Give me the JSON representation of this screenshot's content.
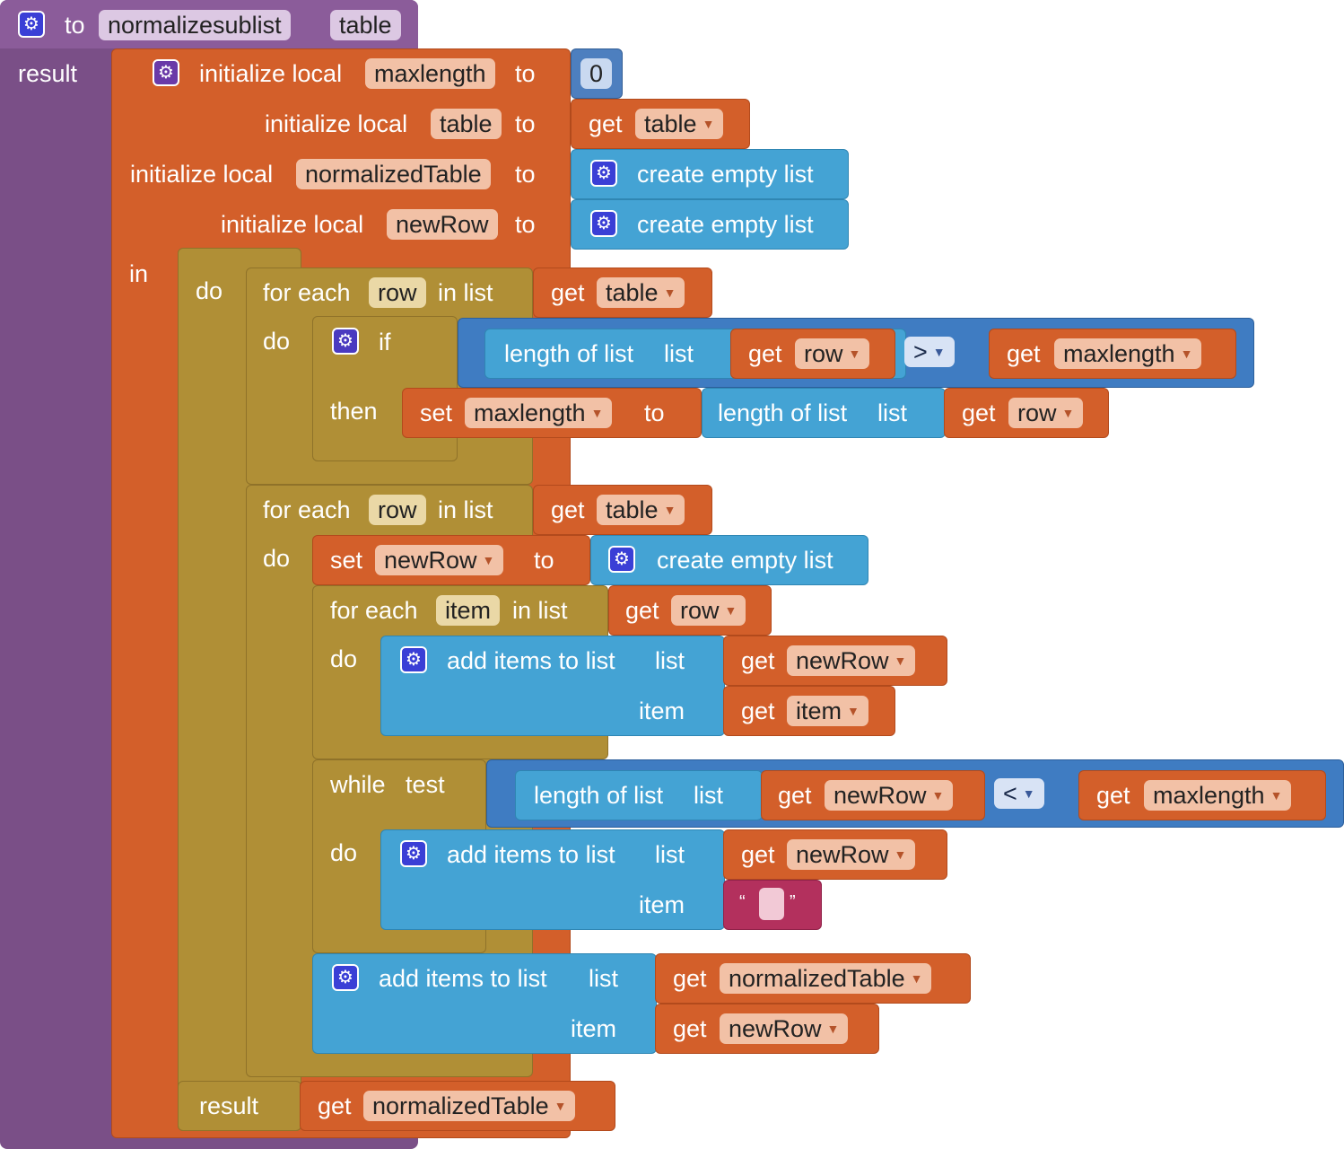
{
  "procedure": {
    "keyword_to": "to",
    "name": "normalizesublist",
    "param": "table",
    "result_label": "result"
  },
  "init1": {
    "label": "initialize local",
    "var": "maxlength",
    "to": "to",
    "value": "0"
  },
  "init2": {
    "label": "initialize local",
    "var": "table",
    "to": "to",
    "get": "get",
    "get_var": "table"
  },
  "init3": {
    "label": "initialize local",
    "var": "normalizedTable",
    "to": "to",
    "value": "create empty list"
  },
  "init4": {
    "label": "initialize local",
    "var": "newRow",
    "to": "to",
    "value": "create empty list"
  },
  "in_label": "in",
  "do_label": "do",
  "foreach1": {
    "label": "for each",
    "var": "row",
    "in_list": "in list",
    "get": "get",
    "get_var": "table",
    "do": "do",
    "if_label": "if",
    "then_label": "then",
    "cond_length": "length of list",
    "cond_list": "list",
    "cond_get": "get",
    "cond_var": "row",
    "op": ">",
    "cond_get2": "get",
    "cond_var2": "maxlength",
    "set_label": "set",
    "set_var": "maxlength",
    "set_to": "to",
    "set_length": "length of list",
    "set_list": "list",
    "set_get": "get",
    "set_get_var": "row"
  },
  "foreach2": {
    "label": "for each",
    "var": "row",
    "in_list": "in list",
    "get": "get",
    "get_var": "table",
    "do": "do",
    "set_label": "set",
    "set_var": "newRow",
    "set_to": "to",
    "set_value": "create empty list",
    "inner_label": "for each",
    "inner_var": "item",
    "inner_in_list": "in list",
    "inner_get": "get",
    "inner_get_var": "row",
    "inner_do": "do",
    "add1_label": "add items to list",
    "add1_list": "list",
    "add1_item": "item",
    "add1_get1": "get",
    "add1_var1": "newRow",
    "add1_get2": "get",
    "add1_var2": "item",
    "while_label": "while",
    "while_test": "test",
    "while_length": "length of list",
    "while_list": "list",
    "while_get": "get",
    "while_var": "newRow",
    "while_op": "<",
    "while_get2": "get",
    "while_var2": "maxlength",
    "while_do": "do",
    "add2_label": "add items to list",
    "add2_list": "list",
    "add2_item": "item",
    "add2_get": "get",
    "add2_var": "newRow",
    "text_open": "“",
    "text_close": "”",
    "add3_label": "add items to list",
    "add3_list": "list",
    "add3_item": "item",
    "add3_get1": "get",
    "add3_var1": "normalizedTable",
    "add3_get2": "get",
    "add3_var2": "newRow"
  },
  "final": {
    "result_label": "result",
    "get": "get",
    "var": "normalizedTable"
  },
  "colors": {
    "procedure": "#7a4f87",
    "variables": "#d35f2a",
    "control": "#b08f36",
    "lists": "#44a3d4",
    "logic": "#3f7cc2",
    "math": "#4d7fbf",
    "text": "#b3305d"
  }
}
